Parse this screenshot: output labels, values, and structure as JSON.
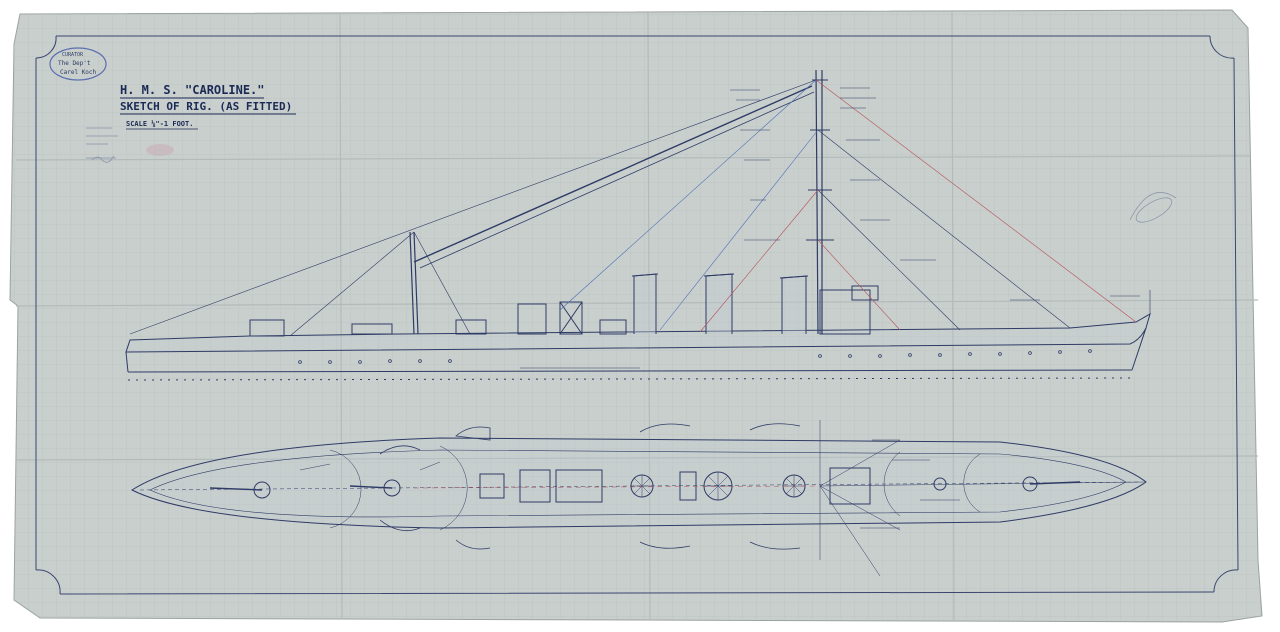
{
  "drawing": {
    "title": "H. M. S. \"CAROLINE.\"",
    "subtitle": "SKETCH OF RIG. (AS FITTED)",
    "scale": "SCALE ⅛\"-1 FOOT."
  },
  "colors": {
    "paper": "#c9cfcd",
    "paper_dark": "#b7bfbd",
    "ink": "#2e3b66",
    "red_ink": "#b5525a",
    "blue_ink": "#4a6fb8",
    "stamp_ink": "#5a6fae"
  },
  "stamp": {
    "line_1": "CURATOR",
    "line_2": "The Dep't",
    "line_3": "Carel Koch"
  }
}
